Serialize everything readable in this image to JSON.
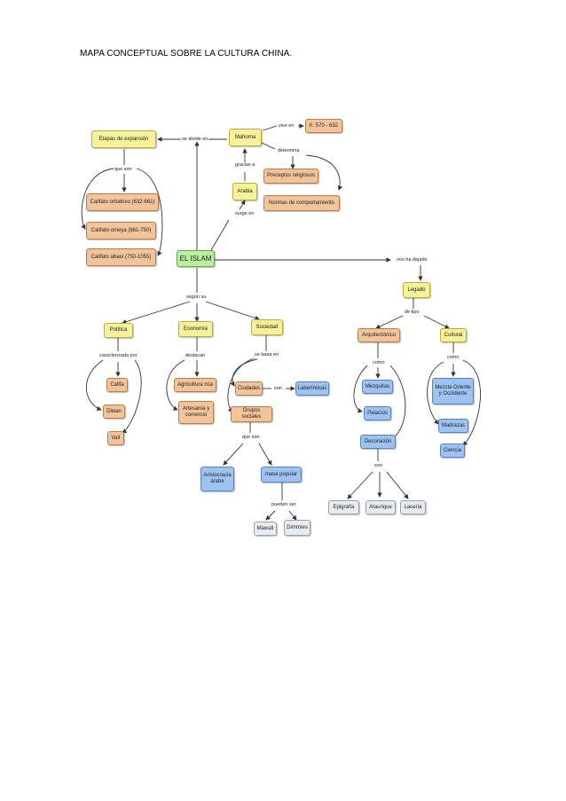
{
  "document": {
    "title": "MAPA CONCEPTUAL  SOBRE LA CULTURA CHINA."
  },
  "nodes": {
    "islam": "EL ISLAM",
    "etapas": "Etapas de expansión",
    "califato_ortodoxo": "Califato ortodoxo (632-661)",
    "califato_omeya": "Califato omeya (661-750)",
    "califato_abasi": "Califato abasí (750-1055)",
    "mahoma": "Mahoma",
    "fecha": "h. 570 - 632",
    "arabia": "Arabia",
    "preceptos": "Preceptos religiosos",
    "normas": "Normas de comportamiento",
    "politica": "Política",
    "califa": "Califa",
    "diwan": "Diwan",
    "vali": "Valí",
    "economia": "Economía",
    "agricultura": "Agricultura rica",
    "artesania": "Artesanía y comercio",
    "sociedad": "Sociedad",
    "ciudades": "Ciudades",
    "laberinticas": "Laberínticas",
    "grupos": "Grupos sociales",
    "aristocracia": "Aristocracia árabe",
    "masa": "masa popular",
    "mawali": "Mawali",
    "dimmies": "Dimmíes",
    "legado": "Legado",
    "arquitectonico": "Arquitectónico",
    "mezquitas": "Mezquitas",
    "palacios": "Palacios",
    "decoracion": "Decoración",
    "epigrafia": "Epigrafía",
    "ataurique": "Ataurique",
    "laceria": "Lacería",
    "cultural": "Cultural",
    "mezcla": "Mezcla Oriente y Occidente",
    "madrazas": "Madrazas",
    "ciencia": "Ciencia"
  },
  "links": {
    "se_divide_en": "se divide en",
    "que_son_1": "que son",
    "vive_en": "vive en",
    "determina": "determina",
    "gracias_a": "gracias a",
    "surge_en": "surge en",
    "nos_ha_dejado": "nos ha dejado",
    "segun_su": "según su",
    "caracterizada_por": "caracterizada por",
    "destacan": "destacan",
    "se_basa_en": "se basa en",
    "son": "son",
    "que_son_2": "que son",
    "pueden_ser": "pueden ser",
    "de_tipo": "de tipo",
    "como_1": "como",
    "son_2": "son",
    "como_2": "como"
  },
  "colors": {
    "main_concept": "#b9ef9f",
    "yellow_concept": "#f7f19a",
    "orange_concept": "#f3c39a",
    "blue_concept": "#9ec3f2",
    "grey_concept": "#e9ecef",
    "line": "#333333"
  }
}
